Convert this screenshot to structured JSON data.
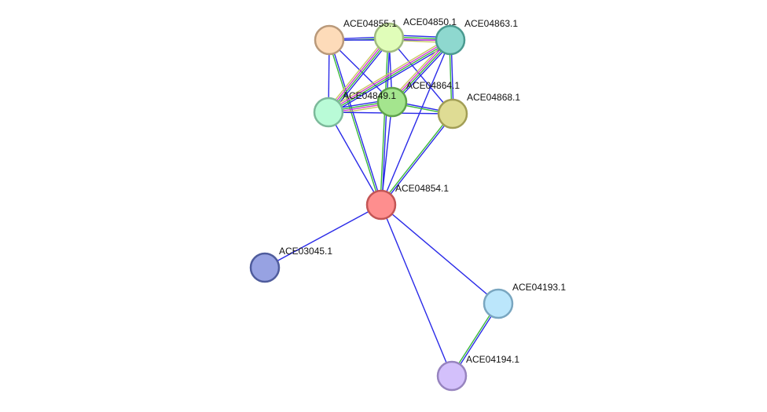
{
  "nodes": [
    {
      "id": "ACE04855.1",
      "label": "ACE04855.1",
      "color": "#fddbb9",
      "stroke": "#b9997a"
    },
    {
      "id": "ACE04850.1",
      "label": "ACE04850.1",
      "color": "#e0fdb9",
      "stroke": "#9fba7f"
    },
    {
      "id": "ACE04863.1",
      "label": "ACE04863.1",
      "color": "#8ed8cf",
      "stroke": "#4a9a90"
    },
    {
      "id": "ACE04849.1",
      "label": "ACE04849.1",
      "color": "#b9fbd7",
      "stroke": "#7cb99a"
    },
    {
      "id": "ACE04864.1",
      "label": "ACE04864.1",
      "color": "#a4e58e",
      "stroke": "#5fa34b"
    },
    {
      "id": "ACE04868.1",
      "label": "ACE04868.1",
      "color": "#dfdc94",
      "stroke": "#a29e55"
    },
    {
      "id": "ACE04854.1",
      "label": "ACE04854.1",
      "color": "#fe8e8e",
      "stroke": "#c35555"
    },
    {
      "id": "ACE03045.1",
      "label": "ACE03045.1",
      "color": "#97a2e2",
      "stroke": "#4f5c9c"
    },
    {
      "id": "ACE04193.1",
      "label": "ACE04193.1",
      "color": "#bbe6fb",
      "stroke": "#79a6c0"
    },
    {
      "id": "ACE04194.1",
      "label": "ACE04194.1",
      "color": "#d3c0fb",
      "stroke": "#9784bf"
    }
  ],
  "evidence_colors": {
    "blue": "#2a2ae8",
    "green": "#3ab83a",
    "magenta": "#d43ad4",
    "olive": "#c8c860"
  },
  "edges": [
    {
      "source": "ACE04855.1",
      "target": "ACE04850.1",
      "evidence": [
        "blue",
        "green"
      ]
    },
    {
      "source": "ACE04855.1",
      "target": "ACE04863.1",
      "evidence": [
        "blue"
      ]
    },
    {
      "source": "ACE04855.1",
      "target": "ACE04849.1",
      "evidence": [
        "blue"
      ]
    },
    {
      "source": "ACE04855.1",
      "target": "ACE04864.1",
      "evidence": [
        "blue"
      ]
    },
    {
      "source": "ACE04855.1",
      "target": "ACE04854.1",
      "evidence": [
        "blue",
        "green"
      ]
    },
    {
      "source": "ACE04850.1",
      "target": "ACE04863.1",
      "evidence": [
        "blue",
        "green",
        "magenta",
        "olive"
      ]
    },
    {
      "source": "ACE04850.1",
      "target": "ACE04849.1",
      "evidence": [
        "blue",
        "green",
        "magenta",
        "olive"
      ]
    },
    {
      "source": "ACE04850.1",
      "target": "ACE04864.1",
      "evidence": [
        "blue"
      ]
    },
    {
      "source": "ACE04850.1",
      "target": "ACE04868.1",
      "evidence": [
        "blue"
      ]
    },
    {
      "source": "ACE04850.1",
      "target": "ACE04854.1",
      "evidence": [
        "blue",
        "green"
      ]
    },
    {
      "source": "ACE04863.1",
      "target": "ACE04849.1",
      "evidence": [
        "blue",
        "green",
        "magenta",
        "olive"
      ]
    },
    {
      "source": "ACE04863.1",
      "target": "ACE04864.1",
      "evidence": [
        "blue",
        "green",
        "magenta",
        "olive"
      ]
    },
    {
      "source": "ACE04863.1",
      "target": "ACE04868.1",
      "evidence": [
        "blue",
        "green"
      ]
    },
    {
      "source": "ACE04863.1",
      "target": "ACE04854.1",
      "evidence": [
        "blue"
      ]
    },
    {
      "source": "ACE04849.1",
      "target": "ACE04864.1",
      "evidence": [
        "blue",
        "green",
        "magenta",
        "olive"
      ]
    },
    {
      "source": "ACE04849.1",
      "target": "ACE04868.1",
      "evidence": [
        "blue"
      ]
    },
    {
      "source": "ACE04849.1",
      "target": "ACE04854.1",
      "evidence": [
        "blue"
      ]
    },
    {
      "source": "ACE04864.1",
      "target": "ACE04868.1",
      "evidence": [
        "blue",
        "green"
      ]
    },
    {
      "source": "ACE04864.1",
      "target": "ACE04854.1",
      "evidence": [
        "blue"
      ]
    },
    {
      "source": "ACE04868.1",
      "target": "ACE04854.1",
      "evidence": [
        "blue",
        "green"
      ]
    },
    {
      "source": "ACE04854.1",
      "target": "ACE03045.1",
      "evidence": [
        "blue"
      ]
    },
    {
      "source": "ACE04854.1",
      "target": "ACE04193.1",
      "evidence": [
        "blue"
      ]
    },
    {
      "source": "ACE04854.1",
      "target": "ACE04194.1",
      "evidence": [
        "blue"
      ]
    },
    {
      "source": "ACE04193.1",
      "target": "ACE04194.1",
      "evidence": [
        "blue",
        "green"
      ]
    }
  ]
}
